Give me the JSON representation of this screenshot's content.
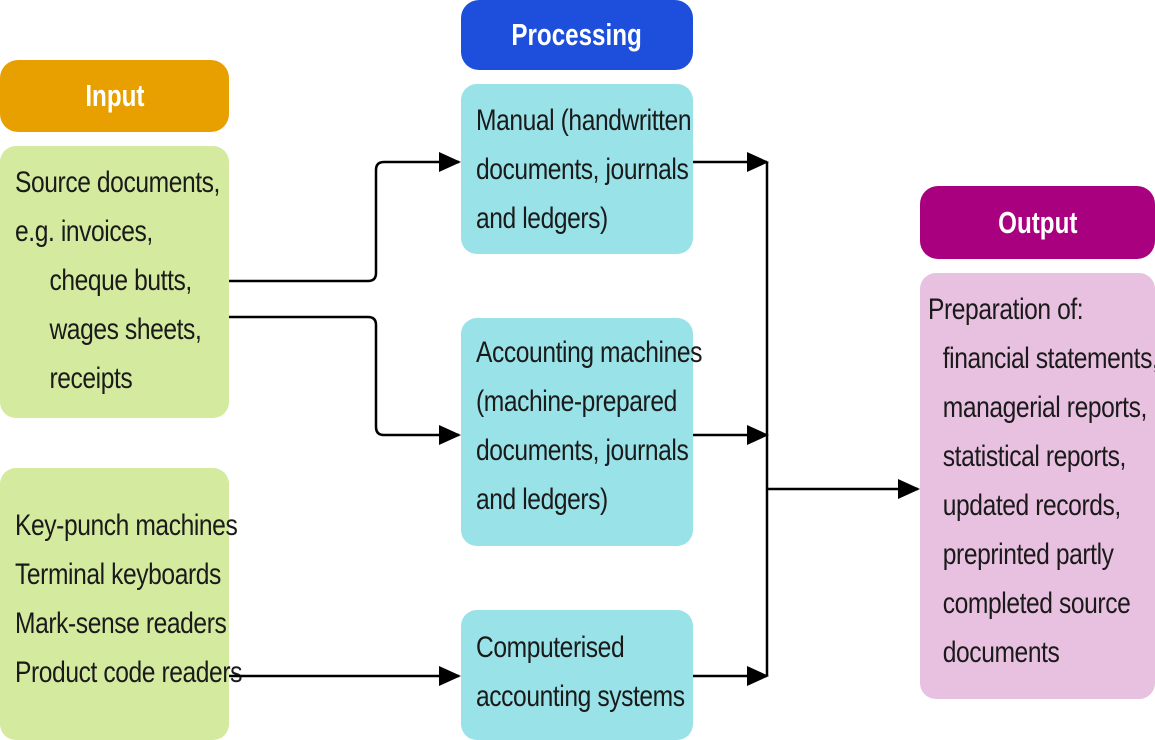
{
  "headers": {
    "input": "Input",
    "processing": "Processing",
    "output": "Output"
  },
  "input_boxes": {
    "documents": [
      "Source documents,",
      "e.g. invoices,",
      "cheque butts,",
      "wages sheets,",
      "receipts"
    ],
    "devices": [
      "Key-punch machines",
      "Terminal keyboards",
      "Mark-sense readers",
      "Product code readers"
    ]
  },
  "processing_boxes": {
    "manual": [
      "Manual (handwritten",
      "documents, journals",
      "and ledgers)"
    ],
    "machines": [
      "Accounting machines",
      "(machine-prepared",
      "documents, journals",
      "and ledgers)"
    ],
    "computerised": [
      "Computerised",
      "accounting systems"
    ]
  },
  "output_box": {
    "lines": [
      "Preparation of:",
      "financial statements,",
      "managerial reports,",
      "statistical reports,",
      "updated records,",
      "preprinted partly",
      "completed source",
      "documents"
    ]
  },
  "colors": {
    "input_header": "#e8a000",
    "input_box": "#d4ea9f",
    "processing_header": "#1d4fdc",
    "processing_box": "#98e2e8",
    "output_header": "#a8007f",
    "output_box": "#e8c0e0",
    "arrow": "#000000"
  }
}
